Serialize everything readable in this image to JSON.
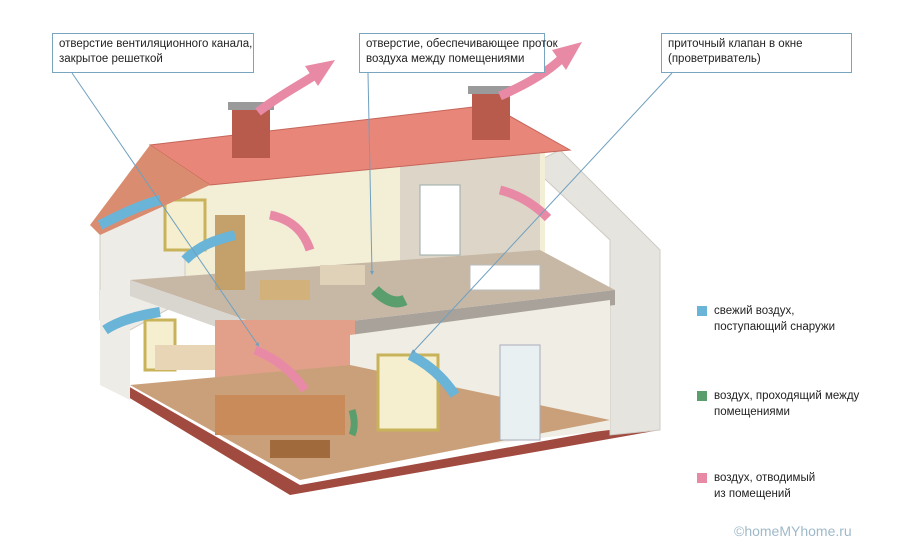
{
  "callouts": [
    {
      "line1": "отверстие вентиляционного канала,",
      "line2": "закрытое решеткой"
    },
    {
      "line1": "отверстие, обеспечивающее проток",
      "line2": "воздуха между помещениями"
    },
    {
      "line1": "приточный клапан в окне",
      "line2": "(проветриватель)"
    }
  ],
  "legend": [
    {
      "line1": "свежий воздух,",
      "line2": "поступающий снаружи",
      "color": "#6ab4d8"
    },
    {
      "line1": "воздух, проходящий между",
      "line2": "помещениями",
      "color": "#5a9e6e"
    },
    {
      "line1": "воздух, отводимый",
      "line2": "из помещений",
      "color": "#e88aa6"
    }
  ],
  "watermark": "©homeMYhome.ru",
  "colors": {
    "fresh_air": "#6ab4d8",
    "passing_air": "#5a9e6e",
    "exhaust_air": "#e88aa6",
    "roof": "#e8867a",
    "brick": "#b85a4c",
    "wall": "#ececea",
    "floor": "#b8a898"
  }
}
